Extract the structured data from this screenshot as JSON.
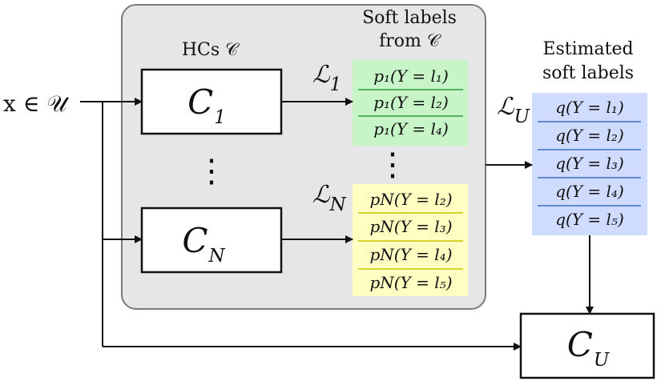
{
  "input": {
    "label": "x ∈ 𝒰"
  },
  "hc_group": {
    "title": "HCs 𝒞",
    "classifiers": [
      {
        "main": "C",
        "sub": "1"
      },
      {
        "main": "C",
        "sub": "N"
      }
    ],
    "ellipsis": "⋮"
  },
  "soft_labels": {
    "title_line1": "Soft labels",
    "title_line2": "from 𝒞",
    "groups": [
      {
        "name": "ℒ",
        "subscript": "1",
        "color": "#c8f5c8",
        "line_color": "#2f9b44",
        "items": [
          "p₁(Y = l₁)",
          "p₁(Y = l₂)",
          "p₁(Y = l₄)"
        ]
      },
      {
        "name": "ℒ",
        "subscript": "N",
        "color": "#ffffc2",
        "line_color": "#c8c400",
        "items": [
          "pN(Y = l₂)",
          "pN(Y = l₃)",
          "pN(Y = l₄)",
          "pN(Y = l₅)"
        ]
      }
    ],
    "ellipsis": "⋮"
  },
  "estimated": {
    "title_line1": "Estimated",
    "title_line2": "soft labels",
    "name": "ℒ",
    "subscript": "U",
    "color": "#cfdcff",
    "line_color": "#3d6fc0",
    "items": [
      "q(Y = l₁)",
      "q(Y = l₂)",
      "q(Y = l₃)",
      "q(Y = l₄)",
      "q(Y = l₅)"
    ]
  },
  "output": {
    "main": "C",
    "sub": "U"
  },
  "colors": {
    "panel_fill": "#e6e6e6",
    "panel_stroke": "#7a7a7a",
    "arrow": "#111111"
  }
}
